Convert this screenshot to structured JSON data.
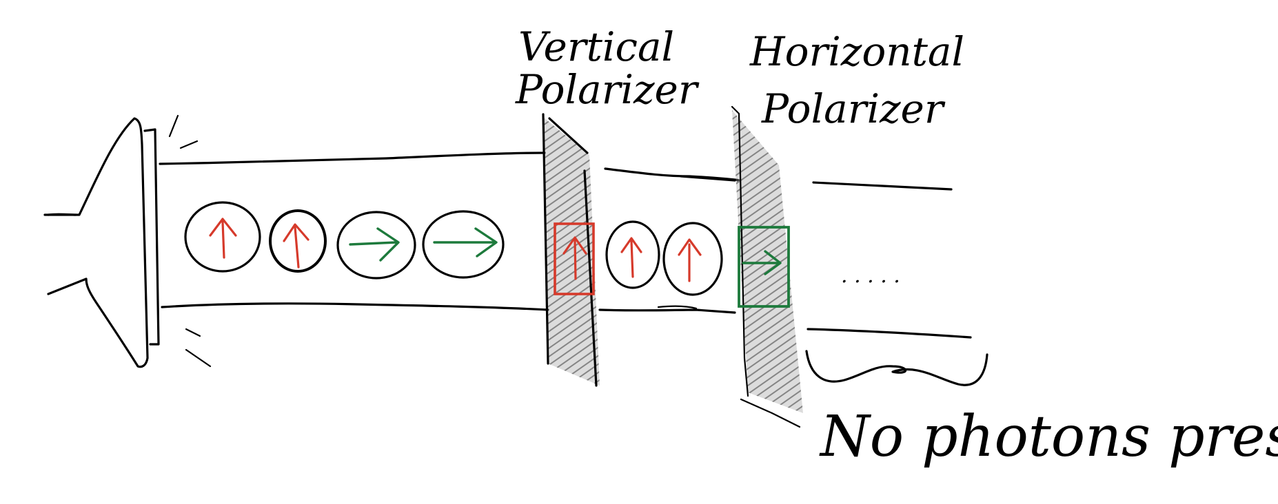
{
  "labels": {
    "vertical_polarizer_line1": "Vertical",
    "vertical_polarizer_line2": "Polarizer",
    "horizontal_polarizer_line1": "Horizontal",
    "horizontal_polarizer_line2": "Polarizer",
    "result": "No photons present",
    "ellipsis": ". . . . ."
  },
  "colors": {
    "ink": "#000000",
    "polarizer_fill": "#9b9b9b",
    "vertical": "#d63a2b",
    "horizontal": "#1d7a3c"
  },
  "photons_before": [
    "vertical",
    "vertical",
    "horizontal",
    "horizontal"
  ],
  "photons_between": [
    "vertical",
    "vertical"
  ],
  "icons": {
    "source": "light-source-icon",
    "vertical_arrow": "up-arrow-icon",
    "horizontal_arrow": "right-arrow-icon"
  }
}
